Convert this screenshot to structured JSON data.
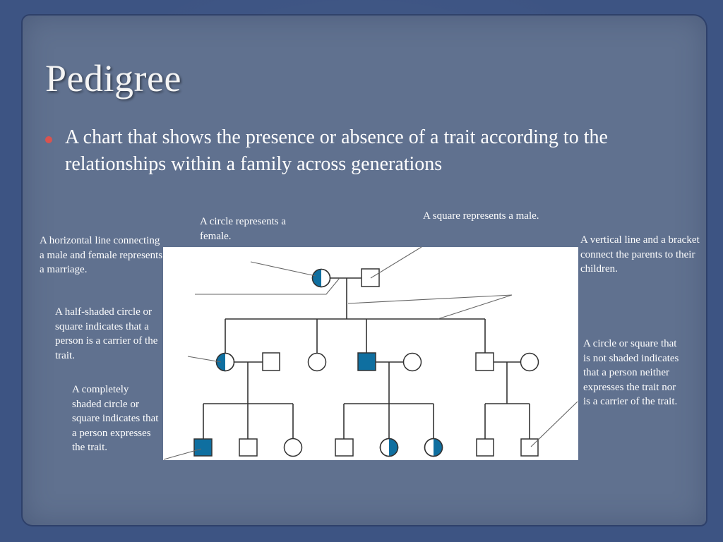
{
  "title": "Pedigree",
  "bullet": "A chart that shows the presence or absence of a trait according to the relationships within a family  across generations",
  "annotations": {
    "circle_female": "A circle represents a female.",
    "square_male": "A square represents a male.",
    "horizontal_line": "A horizontal line connecting a male and female represents a marriage.",
    "vertical_line": "A vertical line and a bracket connect the parents to their children.",
    "half_shaded": "A half-shaded circle or square indicates that a person is a carrier of the trait.",
    "fully_shaded": "A completely shaded circle or square indicates that a person expresses the trait.",
    "unshaded": "A circle or square that is not shaded indicates that a person neither expresses the trait nor is a carrier of the trait."
  },
  "colors": {
    "shade": "#0f6fa0",
    "panel": "#60718f",
    "background": "#3d5483"
  },
  "pedigree": {
    "generation_1": [
      "female-carrier",
      "male-unaffected"
    ],
    "generation_2": [
      "female-carrier",
      "male-unaffected",
      "female-unaffected",
      "male-affected",
      "female-unaffected",
      "male-unaffected",
      "female-unaffected"
    ],
    "generation_3": [
      "male-affected",
      "male-unaffected",
      "female-unaffected",
      "male-unaffected",
      "female-carrier",
      "female-carrier",
      "male-unaffected",
      "male-unaffected"
    ]
  }
}
